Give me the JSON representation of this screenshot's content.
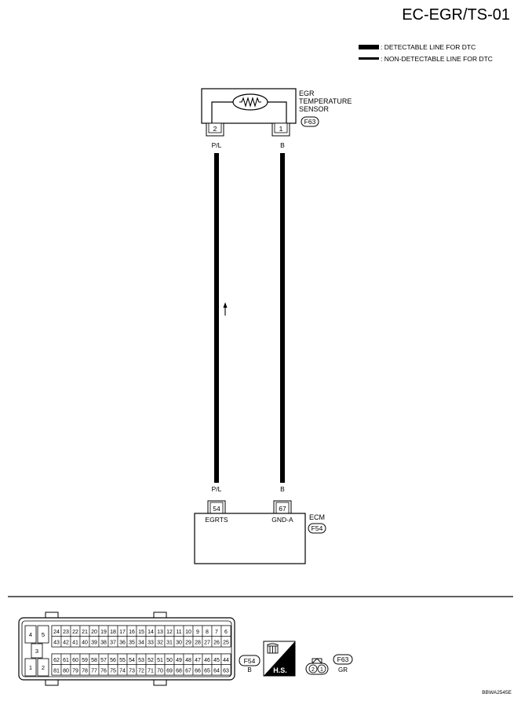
{
  "header": {
    "title": "EC-EGR/TS-01"
  },
  "legend": {
    "detectable": ": DETECTABLE LINE FOR DTC",
    "non_detectable": ": NON-DETECTABLE LINE FOR DTC"
  },
  "sensor": {
    "name_line1": "EGR",
    "name_line2": "TEMPERATURE",
    "name_line3": "SENSOR",
    "connector": "F63",
    "terminal_left": "2",
    "terminal_right": "1"
  },
  "wires": {
    "left_color_top": "P/L",
    "right_color_top": "B",
    "left_color_bottom": "P/L",
    "right_color_bottom": "B"
  },
  "ecm": {
    "name": "ECM",
    "connector": "F54",
    "terminal_left": "54",
    "terminal_right": "67",
    "signal_left": "EGRTS",
    "signal_right": "GND-A"
  },
  "connectors_view": {
    "ecm_conn": {
      "large_pins": [
        "4",
        "5",
        "3",
        "1",
        "2"
      ],
      "row1": [
        "24",
        "23",
        "22",
        "21",
        "20",
        "19",
        "18",
        "17",
        "16",
        "15",
        "14",
        "13",
        "12",
        "11",
        "10",
        "9",
        "8",
        "7",
        "6"
      ],
      "row2": [
        "43",
        "42",
        "41",
        "40",
        "39",
        "38",
        "37",
        "36",
        "35",
        "34",
        "33",
        "32",
        "31",
        "30",
        "29",
        "28",
        "27",
        "26",
        "25"
      ],
      "row3": [
        "62",
        "61",
        "60",
        "59",
        "58",
        "57",
        "56",
        "55",
        "54",
        "53",
        "52",
        "51",
        "50",
        "49",
        "48",
        "47",
        "46",
        "45",
        "44"
      ],
      "row4": [
        "81",
        "80",
        "79",
        "78",
        "77",
        "76",
        "75",
        "74",
        "73",
        "72",
        "71",
        "70",
        "69",
        "68",
        "67",
        "66",
        "65",
        "64",
        "63"
      ]
    },
    "f54_label": "F54",
    "f54_color": "B",
    "hs_label": "H.S.",
    "sensor_conn_pins": [
      "2",
      "1"
    ],
    "f63_label": "F63",
    "f63_color": "GR"
  },
  "footer": {
    "code": "BBWA2545E"
  }
}
